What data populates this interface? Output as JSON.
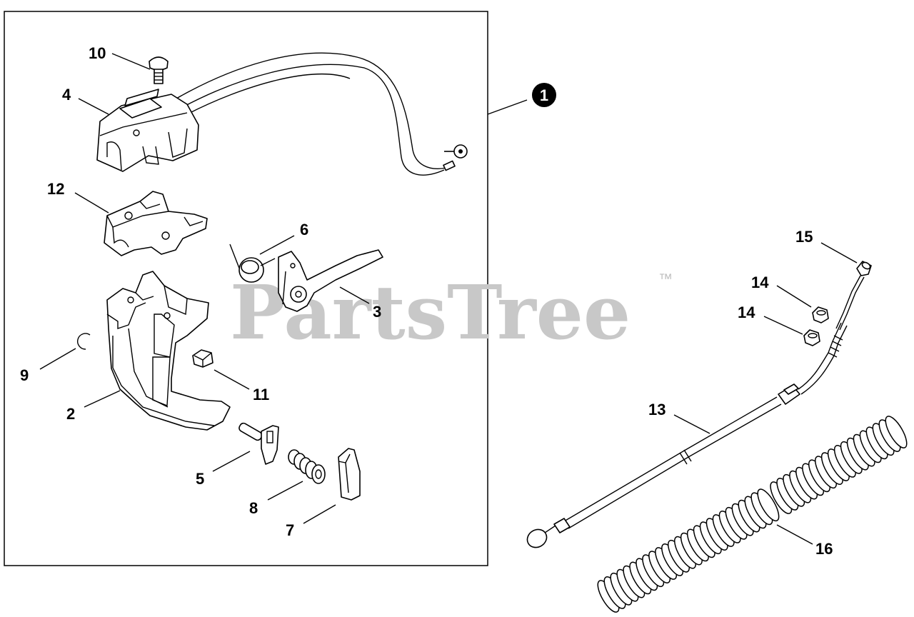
{
  "watermark": {
    "brand": "PartsTree",
    "trademark": "™"
  },
  "assembly_badge": "1",
  "callouts": [
    {
      "id": "10",
      "label": "10"
    },
    {
      "id": "4",
      "label": "4"
    },
    {
      "id": "12",
      "label": "12"
    },
    {
      "id": "6",
      "label": "6"
    },
    {
      "id": "3",
      "label": "3"
    },
    {
      "id": "9",
      "label": "9"
    },
    {
      "id": "11",
      "label": "11"
    },
    {
      "id": "2",
      "label": "2"
    },
    {
      "id": "5",
      "label": "5"
    },
    {
      "id": "8",
      "label": "8"
    },
    {
      "id": "7",
      "label": "7"
    },
    {
      "id": "15",
      "label": "15"
    },
    {
      "id": "14a",
      "label": "14"
    },
    {
      "id": "14b",
      "label": "14"
    },
    {
      "id": "13",
      "label": "13"
    },
    {
      "id": "16",
      "label": "16"
    }
  ]
}
